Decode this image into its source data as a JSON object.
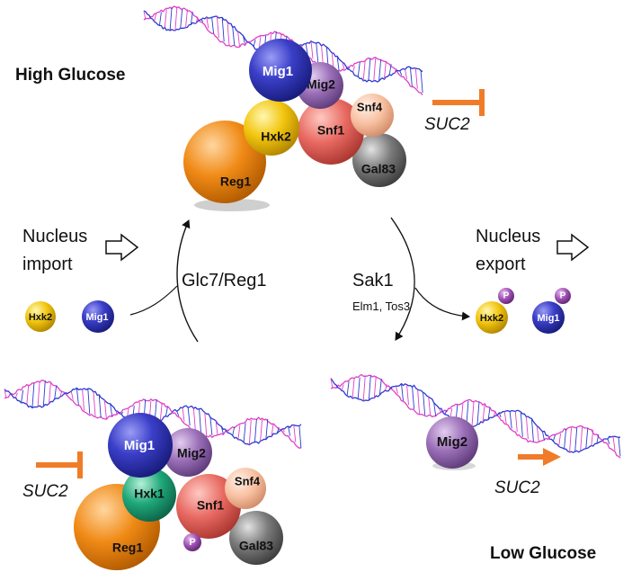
{
  "titles": {
    "high_glucose": "High Glucose",
    "low_glucose": "Low Glucose"
  },
  "left_side": {
    "line1": "Nucleus",
    "line2": "import"
  },
  "right_side": {
    "line1": "Nucleus",
    "line2": "export"
  },
  "enzymes": {
    "phosphatase": "Glc7/Reg1",
    "kinase": "Sak1",
    "kinase_others": "Elm1, Tos3"
  },
  "gene": {
    "top": "SUC2",
    "bottom_left": "SUC2",
    "bottom_right": "SUC2"
  },
  "proteins": {
    "mig1": "Mig1",
    "mig2": "Mig2",
    "hxk2": "Hxk2",
    "hxk1": "Hxk1",
    "snf1": "Snf1",
    "snf4": "Snf4",
    "gal83": "Gal83",
    "reg1": "Reg1",
    "phospho": "P"
  },
  "colors": {
    "mig1": "#3b3fc8",
    "mig2": "#9b6fb8",
    "hxk2": "#f2c50f",
    "hxk1": "#1fa87a",
    "snf1": "#e86a62",
    "snf4": "#f7bfa0",
    "gal83": "#7a7a7a",
    "reg1": "#f08a16",
    "phospho": "#9b4fb0",
    "inhibit": "#f07c2a",
    "dna_strand_a": "#2b3bd0",
    "dna_strand_b": "#e040c8"
  },
  "icons": {
    "import_arrow": "hollow-right-arrow-icon",
    "export_arrow": "hollow-right-arrow-icon",
    "repression": "t-bar-inhibition-icon",
    "activation": "right-arrow-icon"
  }
}
